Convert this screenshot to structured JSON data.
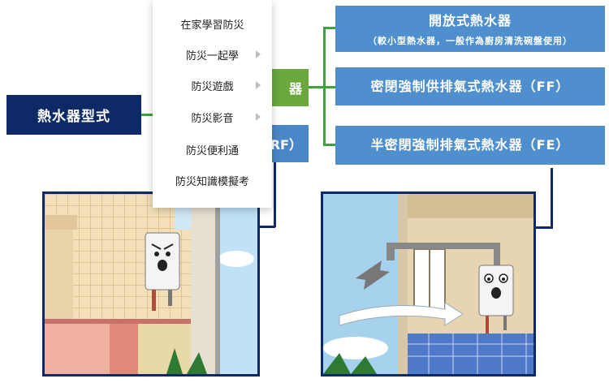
{
  "diagram": {
    "root": "熱水器型式",
    "partial_green_label": "器",
    "partial_blue_label": "RF）",
    "branch_1": {
      "title": "開放式熱水器",
      "subtitle": "（較小型熱水器，一般作為廚房清洗碗盤使用）"
    },
    "branch_2": "密閉強制供排氣式熱水器（FF）",
    "branch_3": "半密閉強制排氣式熱水器（FE）"
  },
  "menu": {
    "items": [
      {
        "label": "在家學習防災",
        "has_submenu": false
      },
      {
        "label": "防災一起學",
        "has_submenu": true
      },
      {
        "label": "防災遊戲",
        "has_submenu": true
      },
      {
        "label": "防災影音",
        "has_submenu": true
      },
      {
        "label": "防災便利通",
        "has_submenu": false
      },
      {
        "label": "防災知識模擬考",
        "has_submenu": false
      }
    ]
  },
  "colors": {
    "navy": "#0e2a66",
    "blue": "#4f8fcd",
    "green": "#6aa83e",
    "connector": "#3ea23e"
  }
}
